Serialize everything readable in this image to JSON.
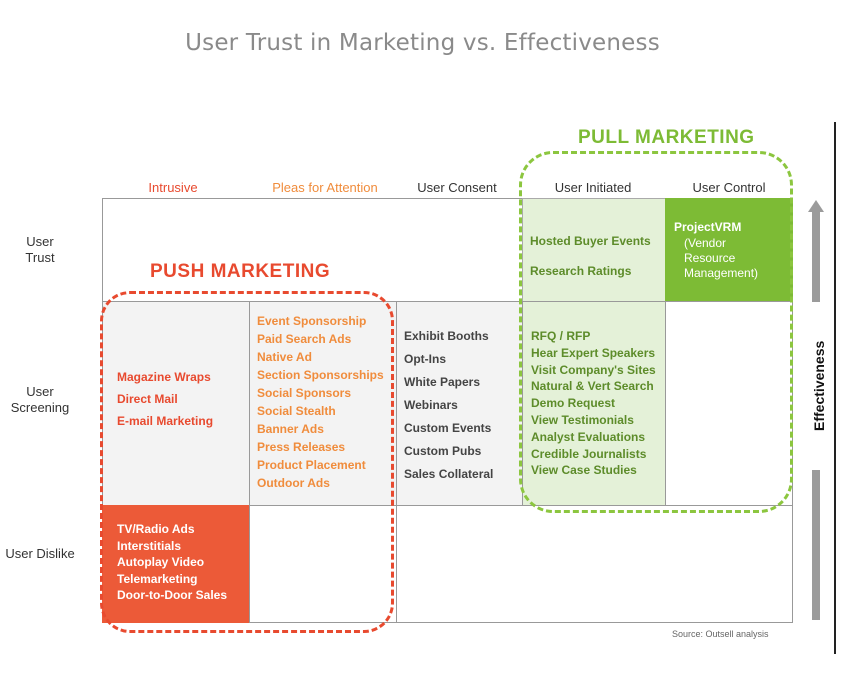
{
  "title": "User Trust in Marketing vs. Effectiveness",
  "pull_label": "PULL MARKETING",
  "push_label": "PUSH MARKETING",
  "columns": [
    "Intrusive",
    "Pleas for Attention",
    "User Consent",
    "User Initiated",
    "User Control"
  ],
  "column_colors": [
    "#e84a2f",
    "#f08c3c",
    "#333333",
    "#333333",
    "#333333"
  ],
  "rows": [
    "User\nTrust",
    "User\nScreening",
    "User Dislike"
  ],
  "cells": {
    "trust_initiated": [
      "Hosted Buyer Events",
      "Research Ratings"
    ],
    "trust_control_title": "ProjectVRM",
    "trust_control_sub": [
      "(Vendor",
      "Resource",
      "Management)"
    ],
    "screening_intrusive": [
      "Magazine Wraps",
      "Direct Mail",
      "E-mail Marketing"
    ],
    "screening_pleas": [
      "Event Sponsorship",
      "Paid Search Ads",
      "Native Ad",
      "Section Sponsorships",
      "Social Sponsors",
      "Social Stealth",
      "Banner Ads",
      "Press Releases",
      "Product Placement",
      "Outdoor Ads"
    ],
    "screening_consent": [
      "Exhibit Booths",
      "Opt-Ins",
      "White Papers",
      "Webinars",
      "Custom Events",
      "Custom Pubs",
      "Sales Collateral"
    ],
    "screening_initiated": [
      "RFQ / RFP",
      "Hear Expert Speakers",
      "Visit Company's Sites",
      "Natural & Vert Search",
      "Demo Request",
      "View Testimonials",
      "Analyst Evaluations",
      "Credible Journalists",
      "View Case Studies"
    ],
    "dislike_intrusive": [
      "TV/Radio Ads",
      "Interstitials",
      "Autoplay Video",
      "Telemarketing",
      "Door-to-Door Sales"
    ]
  },
  "axis_label": "Effectiveness",
  "source": "Source: Outsell analysis",
  "colors": {
    "push": "#e84a2f",
    "pull": "#8cc63f",
    "green_fill": "#7dbb35",
    "light_green": "#e4f1d8",
    "red_fill": "#ec5a38",
    "light_gray": "#f3f3f3"
  }
}
